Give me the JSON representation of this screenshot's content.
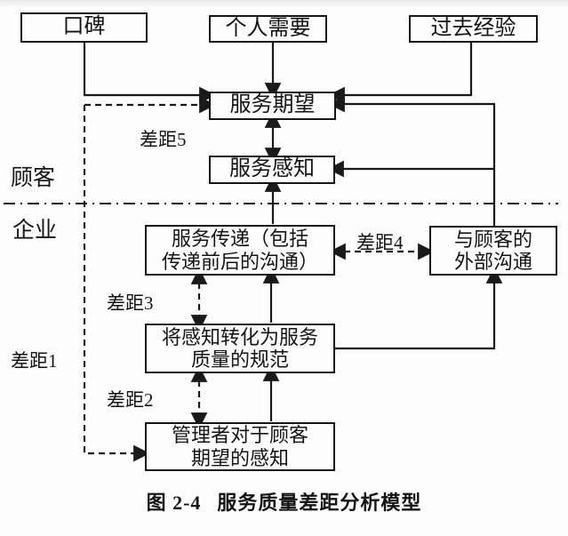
{
  "nodes": {
    "word_of_mouth": "口碑",
    "personal_needs": "个人需要",
    "past_experience": "过去经验",
    "service_expectation": "服务期望",
    "service_perception": "服务感知",
    "service_delivery_line1": "服务传递（包括",
    "service_delivery_line2": "传递前后的沟通）",
    "external_comm_line1": "与顾客的",
    "external_comm_line2": "外部沟通",
    "specs_line1": "将感知转化为服务",
    "specs_line2": "质量的规范",
    "management_line1": "管理者对于顾客",
    "management_line2": "期望的感知"
  },
  "regions": {
    "customer": "顾客",
    "company": "企业"
  },
  "gaps": {
    "gap1": "差距1",
    "gap2": "差距2",
    "gap3": "差距3",
    "gap4": "差距4",
    "gap5": "差距5"
  },
  "caption": {
    "figure_number": "图 2-4",
    "title": "服务质量差距分析模型"
  },
  "colors": {
    "line": "#1a1a1a",
    "background": "#fdfdfd"
  }
}
